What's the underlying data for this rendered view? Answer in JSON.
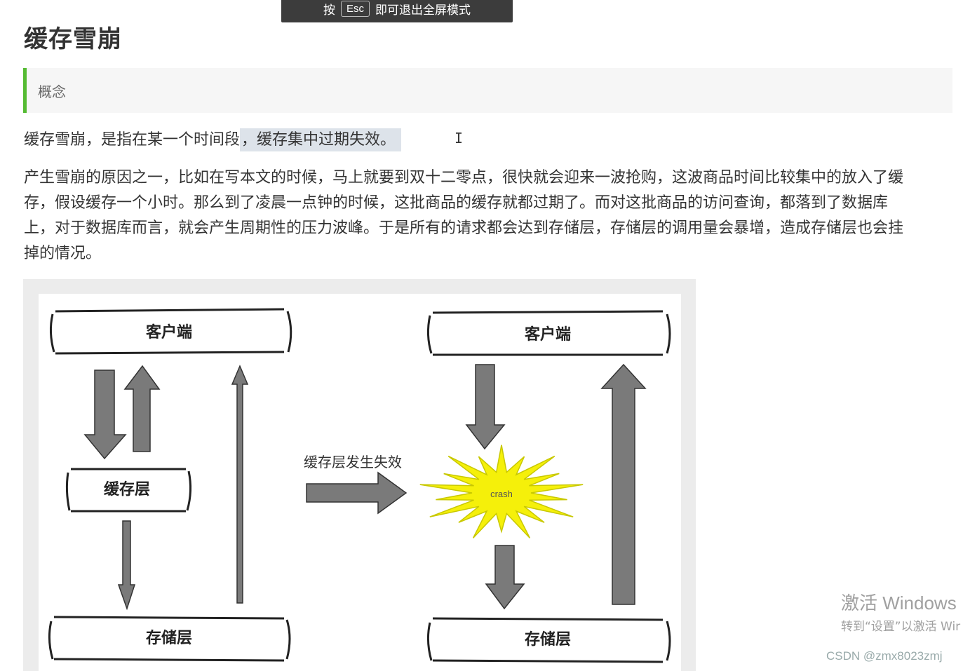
{
  "banner": {
    "prefix": "按",
    "key": "Esc",
    "suffix": "即可退出全屏模式"
  },
  "article": {
    "title": "缓存雪崩",
    "concept_label": "概念",
    "para1_plain": "缓存雪崩，是指在某一个时间段",
    "para1_highlight": "，缓存集中过期失效。",
    "para2_lines": [
      "产生雪崩的原因之一，比如在写本文的时候，马上就要到双十二零点，很快就会迎来一波抢购，这波商品时间比较集中的放入了缓",
      "存，假设缓存一个小时。那么到了凌晨一点钟的时候，这批商品的缓存就都过期了。而对这批商品的访问查询，都落到了数据库",
      "上，对于数据库而言，就会产生周期性的压力波峰。于是所有的请求都会达到存储层，存储层的调用量会暴增，造成存储层也会挂",
      "掉的情况。"
    ]
  },
  "diagram": {
    "left_client": "客户端",
    "left_cache": "缓存层",
    "left_storage": "存储层",
    "transition_label": "缓存层发生失效",
    "right_client": "客户端",
    "crash_label": "crash",
    "right_storage": "存储层",
    "colors": {
      "arrow": "#7a7a7a",
      "crash_fill": "#f5f00a",
      "crash_stroke": "#c8c800"
    }
  },
  "watermark": {
    "title": "激活 Windows",
    "subtitle": "转到“设置”以激活 Wir"
  },
  "credit": "CSDN @zmx8023zmj"
}
